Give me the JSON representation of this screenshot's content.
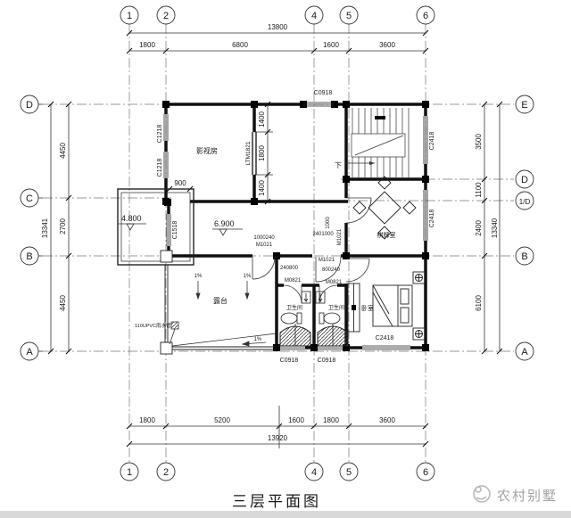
{
  "title": "三层平面图",
  "watermark": "农村别墅",
  "grid": {
    "top": [
      "1",
      "2",
      "4",
      "5",
      "6"
    ],
    "bottom": [
      "1",
      "2",
      "4",
      "5",
      "6"
    ],
    "left": [
      "D",
      "C",
      "B",
      "A"
    ],
    "right": [
      "E",
      "D",
      "1/D",
      "B",
      "A"
    ]
  },
  "dims": {
    "top_chain": [
      "1800",
      "6800",
      "1600",
      "3600"
    ],
    "top_total": "13800",
    "bottom_chain": [
      "1800",
      "5200",
      "1600",
      "1800",
      "3600"
    ],
    "bottom_total": "13920",
    "left_chain": [
      "4450",
      "2700",
      "4450"
    ],
    "left_total": "13341",
    "right_chain": [
      "3500",
      "1100",
      "2400",
      "6100"
    ],
    "right_total": "13340",
    "ltm_chain": [
      "1400",
      "1800",
      "1400"
    ],
    "opening_900": "900",
    "dim_1000": "1000",
    "dim_1000240": "1000240",
    "dim_2401000": "2401000",
    "dim_240800": "240800",
    "dim_800240": "800240"
  },
  "doors": {
    "ltm1821": "LTM1821",
    "m1021_terrace": "M1021",
    "m1021_chess": "M1021",
    "m1021_bedroom": "M1021",
    "m0821_left": "M0821",
    "m0821_right": "M0821"
  },
  "windows": {
    "c0918_top": "C0918",
    "c1218_upper": "C1218",
    "c1218_lower": "C1218",
    "c1518": "C1518",
    "c2418_stair": "C2418",
    "c2418_chess": "C2418",
    "c2418_bedroom": "C2418",
    "c0918_bath_left": "C0918",
    "c0918_bath_right": "C0918"
  },
  "rooms": {
    "cinema": "影视房",
    "chess": "棋牌室",
    "bedroom": "卧室",
    "bath_left": "卫生间",
    "bath_right": "卫生间",
    "terrace": "露台"
  },
  "annotations": {
    "level_4800": "4.800",
    "level_6900": "6.900",
    "stair_down": "下",
    "slope_1": "1%",
    "slope_2": "1%",
    "slope_3": "1%",
    "rain_pipe": "110UPVC雨水管"
  }
}
